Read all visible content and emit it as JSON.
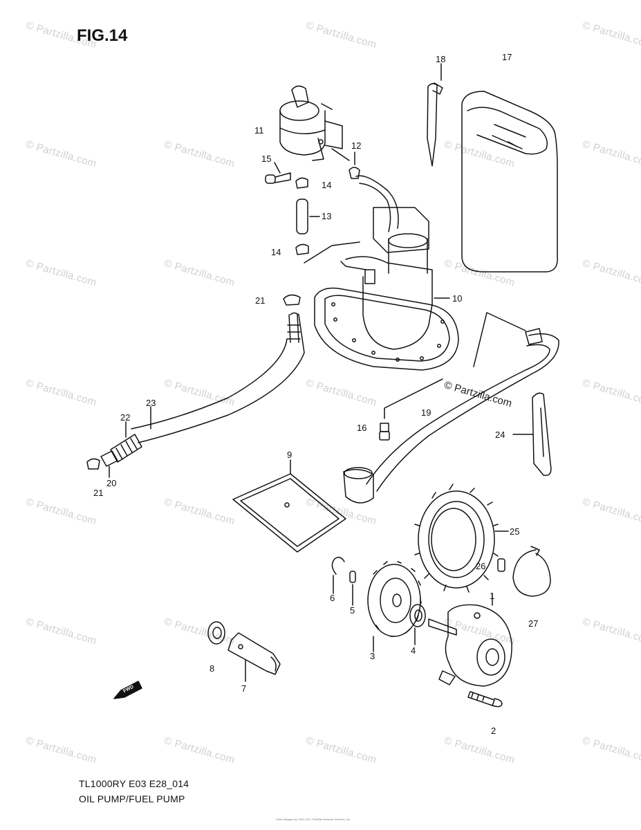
{
  "figure": {
    "title": "FIG.14",
    "model_code": "TL1000RY E03 E28_014",
    "section": "OIL PUMP/FUEL PUMP",
    "copyright": "Parts Diagram (c) 2001-2017 PartZilla Network Services, Inc."
  },
  "watermark": {
    "text": "© Partzilla.com"
  },
  "callouts": [
    {
      "id": "c1",
      "text": "1"
    },
    {
      "id": "c2",
      "text": "2"
    },
    {
      "id": "c3",
      "text": "3"
    },
    {
      "id": "c4",
      "text": "4"
    },
    {
      "id": "c5",
      "text": "5"
    },
    {
      "id": "c6",
      "text": "6"
    },
    {
      "id": "c7",
      "text": "7"
    },
    {
      "id": "c8",
      "text": "8"
    },
    {
      "id": "c9",
      "text": "9"
    },
    {
      "id": "c10",
      "text": "10"
    },
    {
      "id": "c11",
      "text": "11"
    },
    {
      "id": "c12",
      "text": "12"
    },
    {
      "id": "c13",
      "text": "13"
    },
    {
      "id": "c14a",
      "text": "14"
    },
    {
      "id": "c14b",
      "text": "14"
    },
    {
      "id": "c15",
      "text": "15"
    },
    {
      "id": "c16",
      "text": "16"
    },
    {
      "id": "c17",
      "text": "17"
    },
    {
      "id": "c18",
      "text": "18"
    },
    {
      "id": "c19",
      "text": "19"
    },
    {
      "id": "c20",
      "text": "20"
    },
    {
      "id": "c21a",
      "text": "21"
    },
    {
      "id": "c21b",
      "text": "21"
    },
    {
      "id": "c22",
      "text": "22"
    },
    {
      "id": "c23",
      "text": "23"
    },
    {
      "id": "c24",
      "text": "24"
    },
    {
      "id": "c25",
      "text": "25"
    },
    {
      "id": "c26",
      "text": "26"
    },
    {
      "id": "c27",
      "text": "27"
    }
  ],
  "fwd_label": "FWD"
}
